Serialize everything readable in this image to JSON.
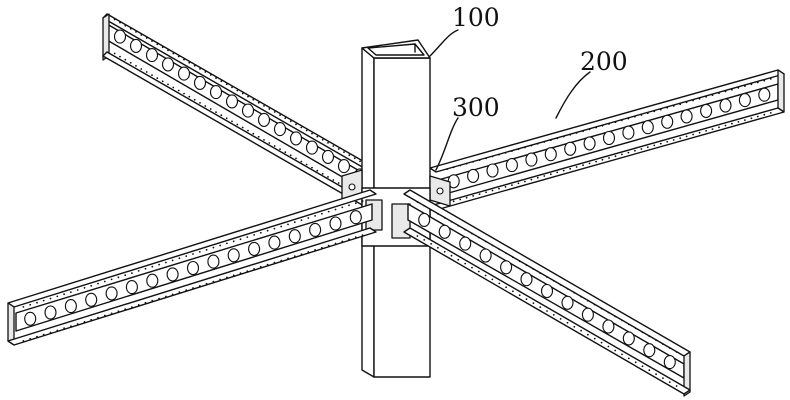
{
  "labels": {
    "column": "100",
    "beam": "200",
    "connector": "300"
  }
}
